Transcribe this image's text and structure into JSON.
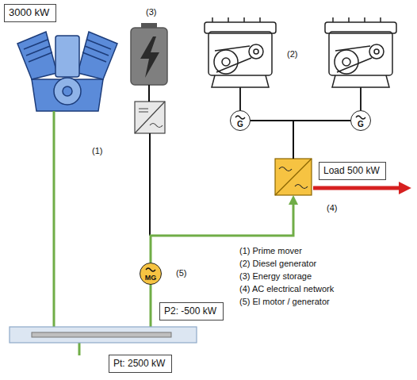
{
  "diagram": {
    "nodes": [
      {
        "text": [
          "3000 kW"
        ]
      },
      {
        "text": [
          "G"
        ]
      },
      {
        "text": [
          "G"
        ]
      },
      {
        "text": [
          "Load 500 kW"
        ]
      },
      {
        "text": [
          "MG"
        ]
      },
      {
        "text": [
          "P2: -500 kW"
        ]
      },
      {
        "text": [
          "Pt: 2500 kW"
        ]
      }
    ],
    "edges": [
      {
        "from": 1,
        "to": 2,
        "arrow": "none"
      }
    ],
    "labels": [
      "(3)",
      "(1)",
      "(2)",
      "(4)",
      "(5)",
      "(1) Prime mover",
      "(2) Diesel generator",
      "(3) Energy storage",
      "(4) AC electrical network",
      "(5) El motor / generator"
    ]
  }
}
